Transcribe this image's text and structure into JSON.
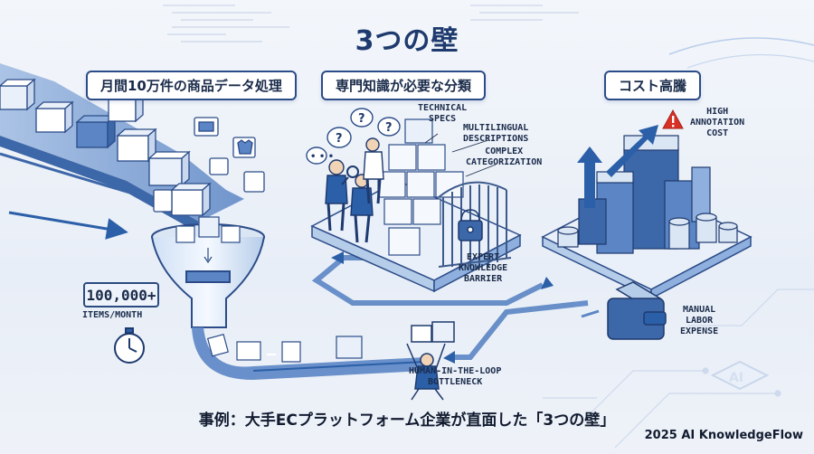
{
  "title": "3つの壁",
  "sections": {
    "left": {
      "heading": "月間10万件の商品データ処理"
    },
    "middle": {
      "heading": "専門知識が必要な分類"
    },
    "right": {
      "heading": "コスト高騰"
    }
  },
  "labels": {
    "counter": "100,000+",
    "items_month": "ITEMS/MONTH",
    "technical_specs": "TECHNICAL\nSPECS",
    "multilingual": "MULTILINGUAL\nDESCRIPTIONS",
    "complex_cat": "COMPLEX\nCATEGORIZATION",
    "expert_barrier": "EXPERT\nKNOWLEDGE\nBARRIER",
    "high_cost": "HIGH\nANNOTATION\nCOST",
    "manual_labor": "MANUAL\nLABOR\nEXPENSE",
    "hitl": "HUMAN-IN-THE-LOOP\nBOTTLENECK"
  },
  "badge": "AI",
  "caption": "事例：大手ECプラットフォーム企業が直面した「3つの壁」",
  "footer": "2025 AI KnowledgeFlow",
  "colors": {
    "primary": "#2b5fa8",
    "dark": "#1e3a6e",
    "accent": "#d93025",
    "light": "#dbe6f5"
  },
  "icons": [
    "stopwatch-icon",
    "warning-icon",
    "lock-icon",
    "wallet-icon",
    "funnel-icon",
    "question-icon"
  ]
}
